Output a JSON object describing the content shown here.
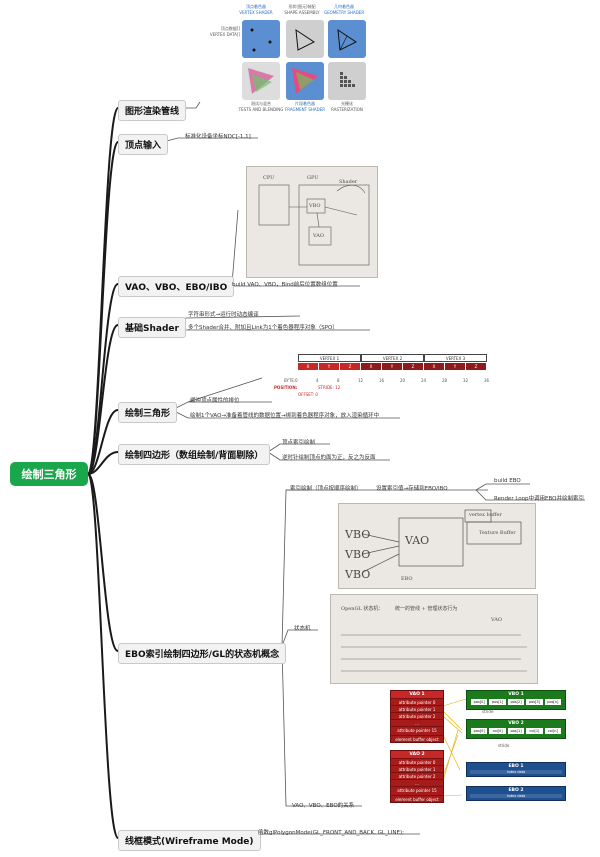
{
  "root": {
    "label": "绘制三角形"
  },
  "branches": [
    {
      "key": "pipeline",
      "label": "图形渲染管线"
    },
    {
      "key": "vertex",
      "label": "顶点输入",
      "notes": [
        "标准化设备坐标NDC[-1,1]"
      ]
    },
    {
      "key": "vao",
      "label": "VAO、VBO、EBO/IBO",
      "notes": [
        "build VAO、VBO，Bind前后位置数组位置"
      ]
    },
    {
      "key": "shader",
      "label": "基础Shader",
      "notes": [
        "字符串形式→运行时动态编译",
        "多个Shader合并、附加且Link为1个着色器程序对象（SPO）"
      ]
    },
    {
      "key": "triangle",
      "label": "绘制三角形",
      "notes": [
        "缓冲顶点属性的排位",
        "绘制1个VAO→准备着管线的数据位置→绑到着色器程序对象，放入渲染循环中"
      ]
    },
    {
      "key": "quad",
      "label": "绘制四边形（数组绘制/背面剔除）",
      "notes": [
        "顶点索引绘制",
        "逆时针绘制顶点的面为正，反之为反面"
      ]
    },
    {
      "key": "ebo",
      "label": "EBO索引绘制四边形/GL的状态机概念",
      "notes": [
        "索引绘制（顶点按顺序绘制）",
        "设置索引值→存储到EBO/IBO",
        "build EBO",
        "Render Loop中调用EBO并绘制索引",
        "状态机",
        "VAO、VBO、EBO的关系"
      ]
    },
    {
      "key": "wire",
      "label": "线框模式(Wireframe Mode)",
      "notes": [
        "函数glPolygonMode(GL_FRONT_AND_BACK, GL_LINE);"
      ]
    }
  ],
  "pipeline_fig": {
    "steps": [
      "顶点着色器\nVERTEX SHADER",
      "形状(图元)装配\nSHAPE ASSEMBLY",
      "几何着色器\nGEOMETRY SHADER",
      "片段着色器\nFRAGMENT SHADER",
      "测试与混合\nTESTS AND BLENDING",
      "光栅化\nRASTERIZATION"
    ],
    "input_label": "顶点数据[]\nVERTEX DATA[]"
  },
  "stride_fig": {
    "groups": [
      "VERTEX 1",
      "VERTEX 2",
      "VERTEX 3"
    ],
    "cells": [
      "X",
      "Y",
      "Z",
      "X",
      "Y",
      "Z",
      "X",
      "Y",
      "Z"
    ],
    "bytes_label": "BYTE:",
    "offsets": [
      "0",
      "4",
      "8",
      "12",
      "16",
      "20",
      "24",
      "28",
      "32",
      "36"
    ],
    "position_label": "POSITION:",
    "stride_label": "STRIDE: 12",
    "offset_label": "OFFSET: 0"
  },
  "vao_diagram": {
    "vao1": {
      "title": "VAO 1",
      "rows": [
        "attribute pointer 0",
        "attribute pointer 1",
        "attribute pointer 2",
        "...",
        "attribute pointer 15",
        "element buffer object"
      ]
    },
    "vao2": {
      "title": "VAO 2",
      "rows": [
        "attribute pointer 0",
        "attribute pointer 1",
        "attribute pointer 2",
        "...",
        "attribute pointer 15",
        "element buffer object"
      ]
    },
    "vbo1": {
      "title": "VBO 1",
      "cells": [
        "pos[0]",
        "pos[1]",
        "pos[2]",
        "pos[3]",
        "pos[n]"
      ],
      "label": "stride"
    },
    "vbo2": {
      "title": "VBO 2",
      "cells": [
        "pos[0]",
        "col[0]",
        "pos[1]",
        "col[1]",
        "col[n]"
      ],
      "label": "stride"
    },
    "ebo1": {
      "title": "EBO 1",
      "sub": "index data"
    },
    "ebo2": {
      "title": "EBO 2",
      "sub": "index data"
    }
  },
  "photos": {
    "p1": [
      "CPU",
      "GPU",
      "VBO",
      "VAO",
      "Shader"
    ],
    "p2": [
      "VBO",
      "VBO",
      "VBO",
      "VAO",
      "EBO",
      "Texture Buffer",
      "vertex buffer"
    ],
    "p3": [
      "OpenGL 状态机：",
      "统一的管线 + 管理状态行为",
      "VAO"
    ]
  },
  "colors": {
    "root": "#1aa64a",
    "node": "#f2f2f2",
    "line": "#1a1a1a",
    "vao": "#a81b1b",
    "vbo": "#1b7a1b",
    "ebo": "#1e4f8f"
  }
}
